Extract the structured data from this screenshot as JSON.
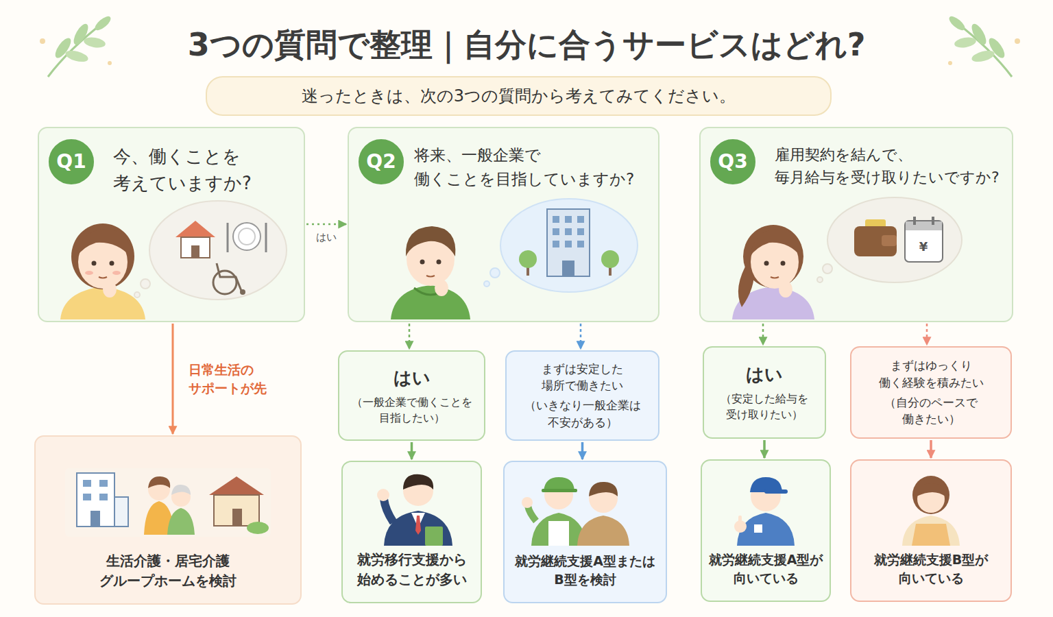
{
  "diagram": {
    "title": "3つの質問で整理｜自分に合うサービスはどれ?",
    "nodes": [
      {
        "text": [
          "迷ったときは、次の3つの質問から考えてみてください。"
        ]
      },
      {
        "text": [
          "今、働くことを 考えていますか?"
        ]
      },
      {
        "text": [
          "Q1"
        ],
        "in": 1
      },
      {
        "text": [
          "将来、一般企業で 働くことを目指していますか?"
        ]
      },
      {
        "text": [
          "Q2"
        ],
        "in": 3
      },
      {
        "text": [
          "雇用契約を結んで、 毎月給与を受け取りたいですか?"
        ]
      },
      {
        "text": [
          "Q3"
        ],
        "in": 5
      },
      {
        "text": [
          "はい",
          "（一般企業で働くことを 目指したい）"
        ]
      },
      {
        "text": [
          "まずは安定した 場所で働きたい",
          "（いきなり一般企業は 不安がある）"
        ]
      },
      {
        "text": [
          "はい",
          "（安定した給与を 受け取りたい）"
        ]
      },
      {
        "text": [
          "まずはゆっくり 働く経験を積みたい",
          "（自分のペースで 働きたい）"
        ]
      },
      {
        "text": [
          "生活介護・居宅介護 グループホームを検討"
        ]
      },
      {
        "text": [
          "就労移行支援から 始めることが多い"
        ]
      },
      {
        "text": [
          "就労継続支援A型または B型を検討"
        ]
      },
      {
        "text": [
          "就労継続支援A型が 向いている"
        ]
      },
      {
        "text": [
          "就労継続支援B型が 向いている"
        ]
      }
    ],
    "edges": [
      {
        "from": 1,
        "to": 3,
        "label": "はい",
        "arrow": "to"
      },
      {
        "from": 1,
        "to": 11,
        "label": "日常生活の サポートが先",
        "arrow": "to"
      },
      {
        "from": 3,
        "to": 7,
        "arrow": "to"
      },
      {
        "from": 3,
        "to": 8,
        "arrow": "to"
      },
      {
        "from": 5,
        "to": 9,
        "arrow": "to"
      },
      {
        "from": 5,
        "to": 10,
        "arrow": "to"
      },
      {
        "from": 7,
        "to": 12,
        "arrow": "to"
      },
      {
        "from": 8,
        "to": 13,
        "arrow": "to"
      },
      {
        "from": 9,
        "to": 14,
        "arrow": "to"
      },
      {
        "from": 10,
        "to": 15,
        "arrow": "to"
      }
    ],
    "labels": [
      "¥"
    ]
  }
}
